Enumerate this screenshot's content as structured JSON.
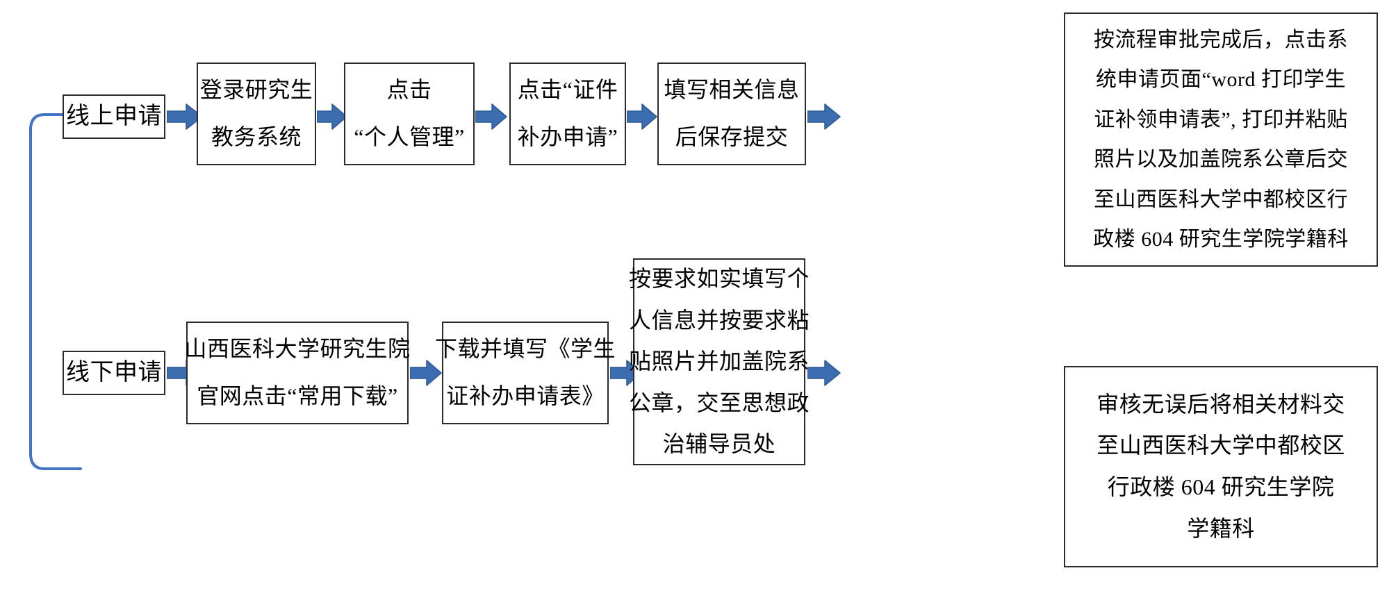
{
  "diagram": {
    "title_present": false,
    "colors": {
      "arrow_fill": "#3C6DB0",
      "arrow_stroke": "#2E5894",
      "bracket_stroke": "#4472C4",
      "node_border": "#2B2B2B",
      "background": "#FFFFFF",
      "text": "#000000"
    },
    "branches": [
      {
        "id": "online",
        "label": "线上申请"
      },
      {
        "id": "offline",
        "label": "线下申请"
      }
    ],
    "online_steps": [
      {
        "id": "online-1",
        "lines": [
          "登录研究生",
          "教务系统"
        ]
      },
      {
        "id": "online-2",
        "lines": [
          "点击",
          "“个人管理”"
        ]
      },
      {
        "id": "online-3",
        "lines": [
          "点击“证件",
          "补办申请”"
        ]
      },
      {
        "id": "online-4",
        "lines": [
          "填写相关信息",
          "后保存提交"
        ]
      },
      {
        "id": "online-5",
        "lines": [
          "按流程审批完成后，点击系",
          "统申请页面“word 打印学生",
          "证补领申请表”, 打印并粘贴",
          "照片以及加盖院系公章后交",
          "至山西医科大学中都校区行",
          "政楼 604 研究生学院学籍科"
        ]
      }
    ],
    "offline_steps": [
      {
        "id": "offline-1",
        "lines": [
          "山西医科大学研究生院",
          "官网点击“常用下载”"
        ]
      },
      {
        "id": "offline-2",
        "lines": [
          "下载并填写《学生",
          "证补办申请表》"
        ]
      },
      {
        "id": "offline-3",
        "lines": [
          "按要求如实填写个",
          "人信息并按要求粘",
          "贴照片并加盖院系",
          "公章，交至思想政",
          "治辅导员处"
        ]
      },
      {
        "id": "offline-4",
        "lines": [
          "审核无误后将相关材料交",
          "至山西医科大学中都校区",
          "行政楼 604 研究生学院",
          "学籍科"
        ]
      }
    ],
    "arrows": [
      {
        "id": "arrow-online-1",
        "from": "线上申请",
        "to": "登录研究生教务系统"
      },
      {
        "id": "arrow-online-2",
        "from": "登录研究生教务系统",
        "to": "点击“个人管理”"
      },
      {
        "id": "arrow-online-3",
        "from": "点击“个人管理”",
        "to": "点击“证件补办申请”"
      },
      {
        "id": "arrow-online-4",
        "from": "点击“证件补办申请”",
        "to": "填写相关信息后保存提交"
      },
      {
        "id": "arrow-online-5",
        "from": "填写相关信息后保存提交",
        "to": "按流程审批完成后…学籍科"
      },
      {
        "id": "arrow-offline-1",
        "from": "线下申请",
        "to": "山西医科大学研究生院官网点击“常用下载”"
      },
      {
        "id": "arrow-offline-2",
        "from": "山西医科大学研究生院官网点击“常用下载”",
        "to": "下载并填写《学生证补办申请表》"
      },
      {
        "id": "arrow-offline-3",
        "from": "下载并填写《学生证补办申请表》",
        "to": "按要求如实填写个人信息…治辅导员处"
      },
      {
        "id": "arrow-offline-4",
        "from": "按要求如实填写个人信息…治辅导员处",
        "to": "审核无误后…学籍科"
      }
    ],
    "bracket": {
      "id": "branch-bracket",
      "connects": [
        "线上申请",
        "线下申请"
      ]
    }
  }
}
